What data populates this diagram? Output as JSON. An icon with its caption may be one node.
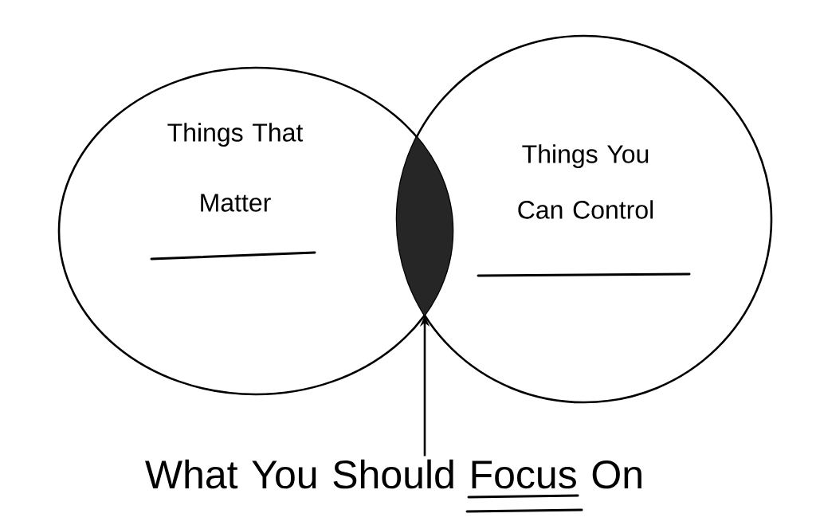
{
  "diagram": {
    "nodes": [
      {
        "text": [
          "Things That Matter"
        ]
      },
      {
        "text": [
          "Things You Can Control"
        ]
      },
      {
        "text": [],
        "shape": "lens"
      },
      {
        "text": [
          "What You Should Focus On"
        ]
      }
    ],
    "edges": [
      {
        "from": 3,
        "to": 2,
        "arrow": "to"
      }
    ]
  }
}
